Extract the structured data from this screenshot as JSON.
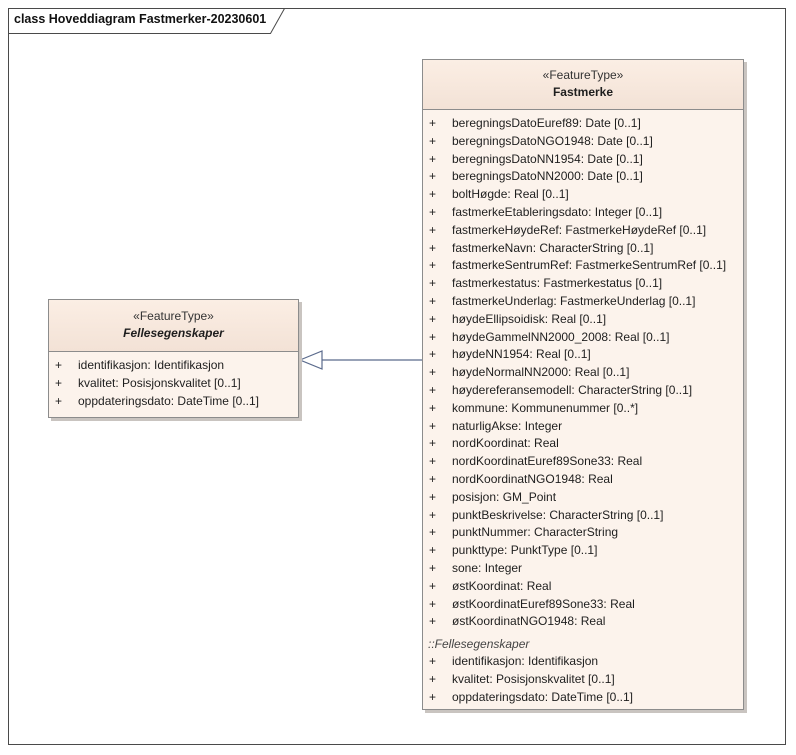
{
  "diagram": {
    "title": "class Hoveddiagram Fastmerker-20230601"
  },
  "classes": {
    "fastmerke": {
      "stereotype": "«FeatureType»",
      "name": "Fastmerke",
      "attributes": [
        {
          "vis": "+",
          "text": "beregningsDatoEuref89: Date [0..1]"
        },
        {
          "vis": "+",
          "text": "beregningsDatoNGO1948: Date [0..1]"
        },
        {
          "vis": "+",
          "text": "beregningsDatoNN1954: Date [0..1]"
        },
        {
          "vis": "+",
          "text": "beregningsDatoNN2000: Date [0..1]"
        },
        {
          "vis": "+",
          "text": "boltHøgde: Real [0..1]"
        },
        {
          "vis": "+",
          "text": "fastmerkeEtableringsdato: Integer [0..1]"
        },
        {
          "vis": "+",
          "text": "fastmerkeHøydeRef: FastmerkeHøydeRef [0..1]"
        },
        {
          "vis": "+",
          "text": "fastmerkeNavn: CharacterString [0..1]"
        },
        {
          "vis": "+",
          "text": "fastmerkeSentrumRef: FastmerkeSentrumRef [0..1]"
        },
        {
          "vis": "+",
          "text": "fastmerkestatus: Fastmerkestatus [0..1]"
        },
        {
          "vis": "+",
          "text": "fastmerkeUnderlag: FastmerkeUnderlag [0..1]"
        },
        {
          "vis": "+",
          "text": "høydeEllipsoidisk: Real [0..1]"
        },
        {
          "vis": "+",
          "text": "høydeGammelNN2000_2008: Real [0..1]"
        },
        {
          "vis": "+",
          "text": "høydeNN1954: Real [0..1]"
        },
        {
          "vis": "+",
          "text": "høydeNormalNN2000: Real [0..1]"
        },
        {
          "vis": "+",
          "text": "høydereferansemodell: CharacterString [0..1]"
        },
        {
          "vis": "+",
          "text": "kommune: Kommunenummer [0..*]"
        },
        {
          "vis": "+",
          "text": "naturligAkse: Integer"
        },
        {
          "vis": "+",
          "text": "nordKoordinat: Real"
        },
        {
          "vis": "+",
          "text": "nordKoordinatEuref89Sone33: Real"
        },
        {
          "vis": "+",
          "text": "nordKoordinatNGO1948: Real"
        },
        {
          "vis": "+",
          "text": "posisjon: GM_Point"
        },
        {
          "vis": "+",
          "text": "punktBeskrivelse: CharacterString [0..1]"
        },
        {
          "vis": "+",
          "text": "punktNummer: CharacterString"
        },
        {
          "vis": "+",
          "text": "punkttype: PunktType [0..1]"
        },
        {
          "vis": "+",
          "text": "sone: Integer"
        },
        {
          "vis": "+",
          "text": "østKoordinat: Real"
        },
        {
          "vis": "+",
          "text": "østKoordinatEuref89Sone33: Real"
        },
        {
          "vis": "+",
          "text": "østKoordinatNGO1948: Real"
        }
      ],
      "inherited_label": "::Fellesegenskaper",
      "inherited_attributes": [
        {
          "vis": "+",
          "text": "identifikasjon: Identifikasjon"
        },
        {
          "vis": "+",
          "text": "kvalitet: Posisjonskvalitet [0..1]"
        },
        {
          "vis": "+",
          "text": "oppdateringsdato: DateTime [0..1]"
        }
      ]
    },
    "fellesegenskaper": {
      "stereotype": "«FeatureType»",
      "name": "Fellesegenskaper",
      "attributes": [
        {
          "vis": "+",
          "text": "identifikasjon: Identifikasjon"
        },
        {
          "vis": "+",
          "text": "kvalitet: Posisjonskvalitet [0..1]"
        },
        {
          "vis": "+",
          "text": "oppdateringsdato: DateTime [0..1]"
        }
      ]
    }
  },
  "relations": [
    {
      "type": "generalization",
      "from": "Fastmerke",
      "to": "Fellesegenskaper"
    }
  ],
  "colors": {
    "class_fill": "#fcf3ec",
    "border": "#8c8c8c",
    "connector": "#5a6a8c"
  }
}
